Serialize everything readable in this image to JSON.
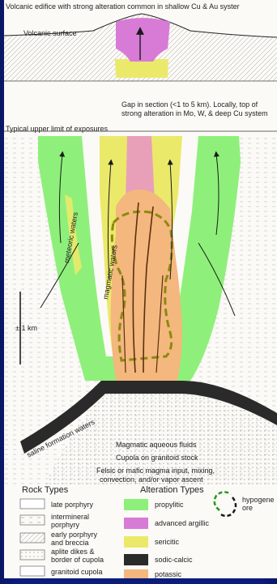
{
  "header": {
    "title": "Volcanic edifice with strong alteration common in shallow Cu & Au syster",
    "volcanic_surface": "Volcanic surface",
    "gap_line1": "Gap in section (<1 to 5 km).  Locally,  top of",
    "gap_line2": "strong alteration in Mo, W,  & deep Cu system",
    "exposure_limit": "Typical upper limit of exposures"
  },
  "section": {
    "meteoric_waters": "meteoric waters",
    "magmatic_waters": "magmatic waters",
    "scale_bar": "± 1 km",
    "saline_waters": "saline formation waters",
    "magmatic_fluids": "Magmatic aqueous fluids",
    "cupola": "Cupola on granitoid stock",
    "magma_input_line1": "Felsic or mafic magma input, mixing,",
    "magma_input_line2": "convection, and/or vapor ascent"
  },
  "legend": {
    "rock_types_title": "Rock Types",
    "alteration_types_title": "Alteration Types",
    "rock_types": [
      {
        "label_lines": [
          "late porphyry"
        ]
      },
      {
        "label_lines": [
          "intermineral",
          "porphyry"
        ]
      },
      {
        "label_lines": [
          "early porphyry",
          "and breccia"
        ]
      },
      {
        "label_lines": [
          "aplite dikes &",
          "border of cupola"
        ]
      },
      {
        "label_lines": [
          "granitoid cupola"
        ]
      }
    ],
    "alteration_types": [
      {
        "label": "propylitic",
        "color": "#8ef07a"
      },
      {
        "label": "advanced argillic",
        "color": "#d77bd6"
      },
      {
        "label": "sericitic",
        "color": "#ebe96a"
      },
      {
        "label": "sodic-calcic",
        "color": "#2a2a2a"
      },
      {
        "label": "potassic",
        "color": "#f4b77d"
      }
    ],
    "ore_label_line1": "hypogene",
    "ore_label_line2": "ore"
  },
  "colors": {
    "frame": "#0b1c7a",
    "propylitic": "#8ef07a",
    "advanced_argillic": "#d77bd6",
    "sericitic": "#ebe96a",
    "potassic": "#f4b77d",
    "sodic_calcic": "#2a2a2a",
    "ore_outline": "#8a8a10"
  }
}
